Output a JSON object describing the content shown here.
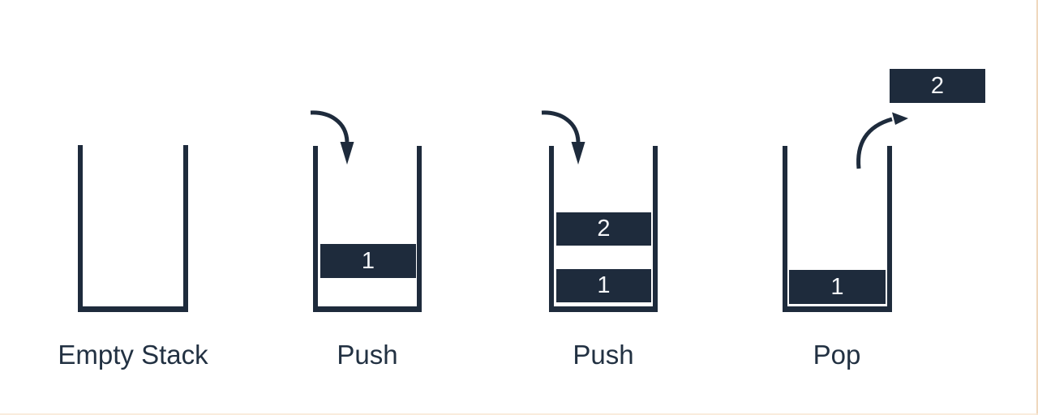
{
  "diagram": {
    "background_color": "#ffffff",
    "ink_color": "#1e2b3c",
    "label_color": "#223142",
    "item_text_color": "#f5f7fa",
    "edge_accent_color": "#f0d8bd",
    "panels": [
      {
        "label": "Empty Stack",
        "arrow": null,
        "items": []
      },
      {
        "label": "Push",
        "arrow": "push-down-arrow",
        "items": [
          {
            "value": "1"
          }
        ]
      },
      {
        "label": "Push",
        "arrow": "push-down-arrow",
        "items": [
          {
            "value": "2"
          },
          {
            "value": "1"
          }
        ]
      },
      {
        "label": "Pop",
        "arrow": "pop-up-arrow",
        "items": [
          {
            "value": "1"
          }
        ],
        "popped_item": {
          "value": "2"
        }
      }
    ]
  }
}
